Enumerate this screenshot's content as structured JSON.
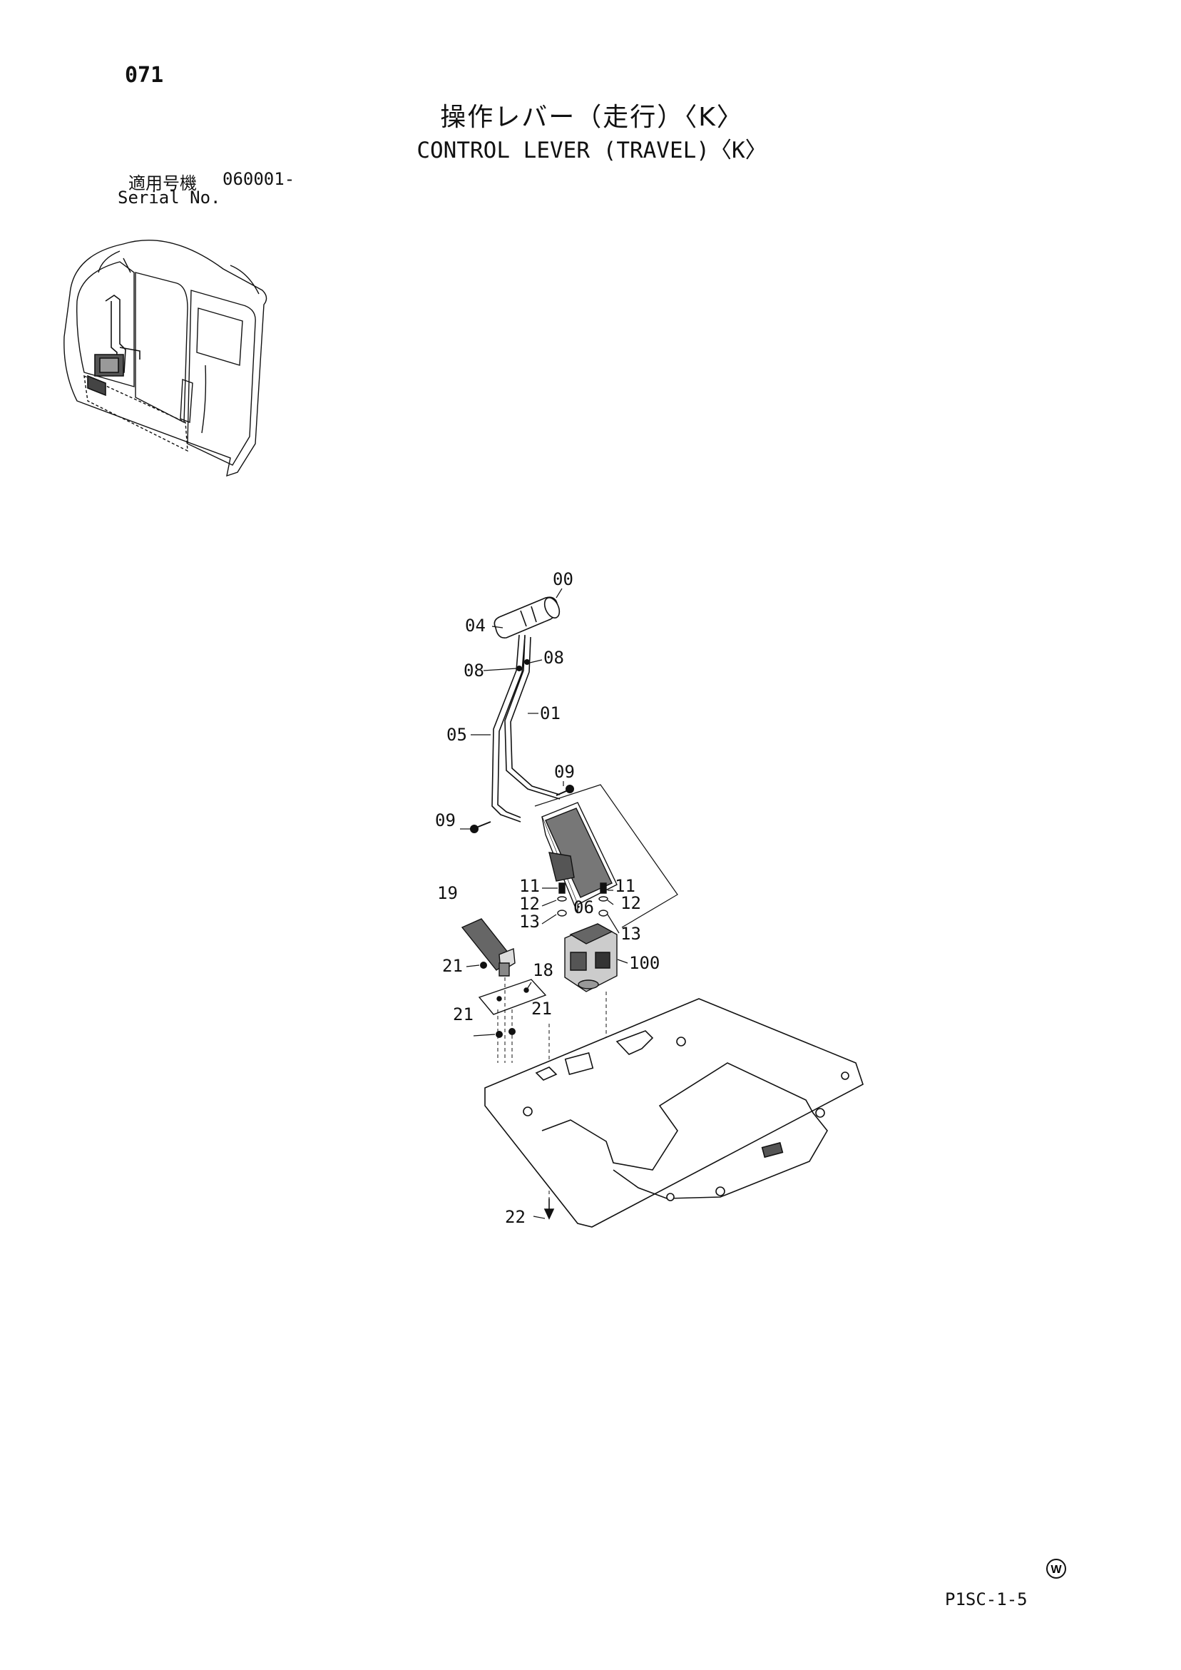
{
  "page_number": "071",
  "title_jp": "操作レバー（走行）〈K〉",
  "title_en": "CONTROL LEVER (TRAVEL)〈K〉",
  "serial": {
    "label_jp": "適用号機",
    "label_en": "Serial No.",
    "value": "060001-"
  },
  "callouts": {
    "c00": "00",
    "c04": "04",
    "c08a": "08",
    "c08b": "08",
    "c01": "01",
    "c05": "05",
    "c09a": "09",
    "c09b": "09",
    "c11a": "11",
    "c11b": "11",
    "c12a": "12",
    "c12b": "12",
    "c13a": "13",
    "c13b": "13",
    "c06": "06",
    "c19": "19",
    "c21a": "21",
    "c21b": "21",
    "c21c": "21",
    "c18": "18",
    "c100": "100",
    "c22": "22"
  },
  "footer_code": "P1SC-1-5",
  "w_mark": "W"
}
